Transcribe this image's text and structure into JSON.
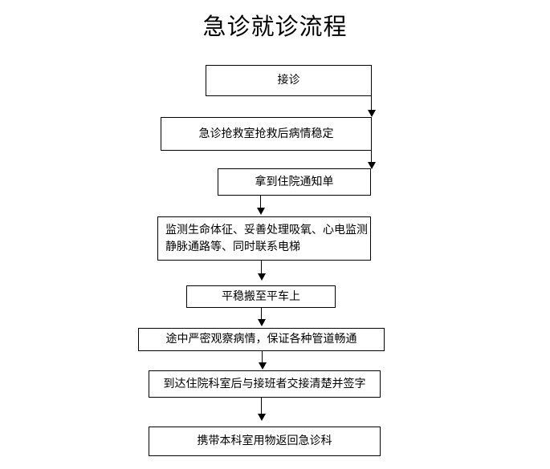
{
  "page": {
    "title": "急诊就诊流程",
    "background_color": "#ffffff",
    "line_color": "#000000"
  },
  "chart_data": {
    "type": "diagram",
    "diagram_kind": "flowchart",
    "title": "急诊就诊流程",
    "orientation": "top-to-bottom",
    "nodes": [
      {
        "id": "n1",
        "label": "接诊",
        "shape": "rectangle"
      },
      {
        "id": "n2",
        "label": "急诊抢救室抢救后病情稳定",
        "shape": "rectangle"
      },
      {
        "id": "n3",
        "label": "拿到住院通知单",
        "shape": "rectangle"
      },
      {
        "id": "n4",
        "label": "监测生命体征、妥善处理吸氧、心电监测静脉通路等、同时联系电梯",
        "line1": "监测生命体征、妥善处理吸氧、心电监测",
        "line2": "静脉通路等、同时联系电梯",
        "shape": "rectangle"
      },
      {
        "id": "n5",
        "label": "平稳搬至平车上",
        "shape": "rectangle"
      },
      {
        "id": "n6",
        "label": "途中严密观察病情，保证各种管道畅通",
        "shape": "rectangle"
      },
      {
        "id": "n7",
        "label": "到达住院科室后与接班者交接清楚并签字",
        "shape": "rectangle"
      },
      {
        "id": "n8",
        "label": "携带本科室用物返回急诊科",
        "shape": "rectangle"
      }
    ],
    "edges": [
      {
        "from": "n1",
        "to": "n2",
        "label": "",
        "style": "solid-arrow"
      },
      {
        "from": "n2",
        "to": "n3",
        "label": "",
        "style": "solid-arrow"
      },
      {
        "from": "n3",
        "to": "n4",
        "label": "",
        "style": "solid-arrow"
      },
      {
        "from": "n4",
        "to": "n5",
        "label": "",
        "style": "solid-arrow"
      },
      {
        "from": "n5",
        "to": "n6",
        "label": "",
        "style": "solid-arrow"
      },
      {
        "from": "n6",
        "to": "n7",
        "label": "",
        "style": "solid-arrow"
      },
      {
        "from": "n7",
        "to": "n8",
        "label": "",
        "style": "solid-arrow"
      }
    ]
  },
  "nodes": {
    "n1": {
      "label": "接诊"
    },
    "n2": {
      "label": "急诊抢救室抢救后病情稳定"
    },
    "n3": {
      "label": "拿到住院通知单"
    },
    "n4": {
      "line1": "监测生命体征、妥善处理吸氧、心电监测",
      "line2": "静脉通路等、同时联系电梯"
    },
    "n5": {
      "label": "平稳搬至平车上"
    },
    "n6": {
      "label": "途中严密观察病情，保证各种管道畅通"
    },
    "n7": {
      "label": "到达住院科室后与接班者交接清楚并签字"
    },
    "n8": {
      "label": "携带本科室用物返回急诊科"
    }
  }
}
